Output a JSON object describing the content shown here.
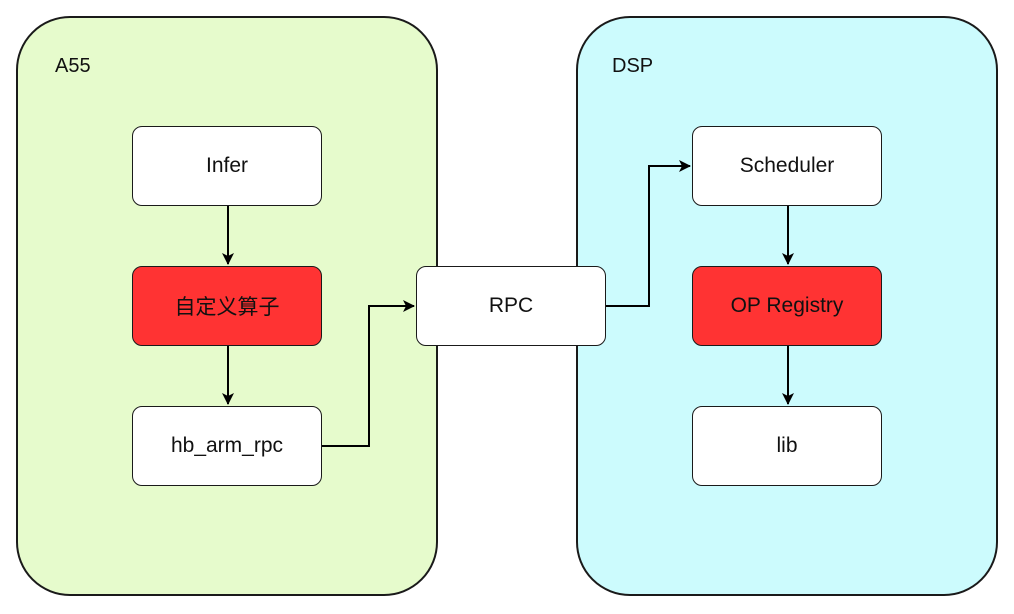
{
  "containers": {
    "a55": {
      "label": "A55",
      "fill": "#e6fbcc"
    },
    "dsp": {
      "label": "DSP",
      "fill": "#ccfbfd"
    }
  },
  "nodes": {
    "infer": "Infer",
    "custom_op": "自定义算子",
    "hb_arm_rpc": "hb_arm_rpc",
    "rpc": "RPC",
    "scheduler": "Scheduler",
    "op_registry": "OP Registry",
    "lib": "lib"
  },
  "colors": {
    "highlight": "#ff3333",
    "stroke": "#1a1a1a"
  },
  "edges": [
    {
      "from": "Infer",
      "to": "自定义算子"
    },
    {
      "from": "自定义算子",
      "to": "hb_arm_rpc"
    },
    {
      "from": "hb_arm_rpc",
      "to": "RPC"
    },
    {
      "from": "RPC",
      "to": "Scheduler"
    },
    {
      "from": "Scheduler",
      "to": "OP Registry"
    },
    {
      "from": "OP Registry",
      "to": "lib"
    }
  ]
}
